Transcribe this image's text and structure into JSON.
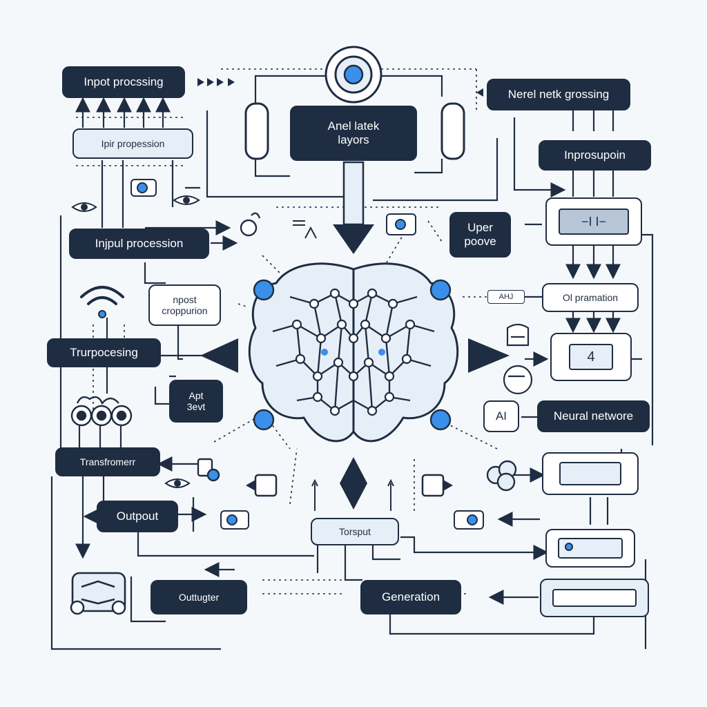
{
  "nodes": {
    "input_processing_top": "Inpot procssing",
    "input_propession": "Ipir propession",
    "anel_latek": "Anel latek\nlayors",
    "nerel_netk": "Nerel netk grossing",
    "inprosupoin": "Inprosupoin",
    "input_procession": "Injpul procession",
    "uper_poove": "Uper\npoove",
    "npost_croppurion": "npost\ncroppurion",
    "ol_pramation": "Ol pramation",
    "turnprocessing": "Trurpocesing",
    "apt_sevt": "Apt\n3evt",
    "ai_badge": "AI",
    "neural_network": "Neural networe",
    "transformer": "Transfromerr",
    "outpout": "Outpout",
    "torsput": "Torsput",
    "outtugter": "Outtugter",
    "generation": "Generation"
  },
  "widgets": {
    "display_slider": "−I I−",
    "display_four": "4",
    "small_tag": "AHJ",
    "icon_a": "I",
    "icon_b": "I"
  },
  "colors": {
    "ink": "#1f2d42",
    "accent": "#3a8fe8",
    "panel": "#e6eef7",
    "background": "#f5f8fb"
  }
}
